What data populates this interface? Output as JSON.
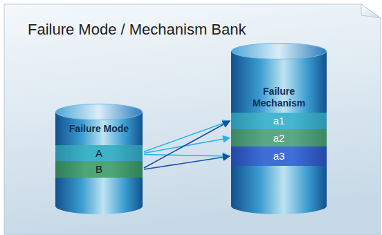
{
  "diagram": {
    "title": "Failure Mode / Mechanism Bank",
    "nodes": [
      {
        "text": [
          "Failure Mode"
        ]
      },
      {
        "text": [
          "A"
        ],
        "in": 0
      },
      {
        "text": [
          "B"
        ],
        "in": 0
      },
      {
        "text": [
          "Failure Mechanism"
        ]
      },
      {
        "text": [
          "a1"
        ],
        "in": 3
      },
      {
        "text": [
          "a2"
        ],
        "in": 3
      },
      {
        "text": [
          "a3"
        ],
        "in": 3
      }
    ],
    "edges": [
      {
        "from": 1,
        "to": 4,
        "arrow": "to"
      },
      {
        "from": 1,
        "to": 5,
        "arrow": "to"
      },
      {
        "from": 1,
        "to": 6,
        "arrow": "to"
      },
      {
        "from": 2,
        "to": 4,
        "arrow": "to"
      },
      {
        "from": 2,
        "to": 6,
        "arrow": "to"
      }
    ]
  }
}
